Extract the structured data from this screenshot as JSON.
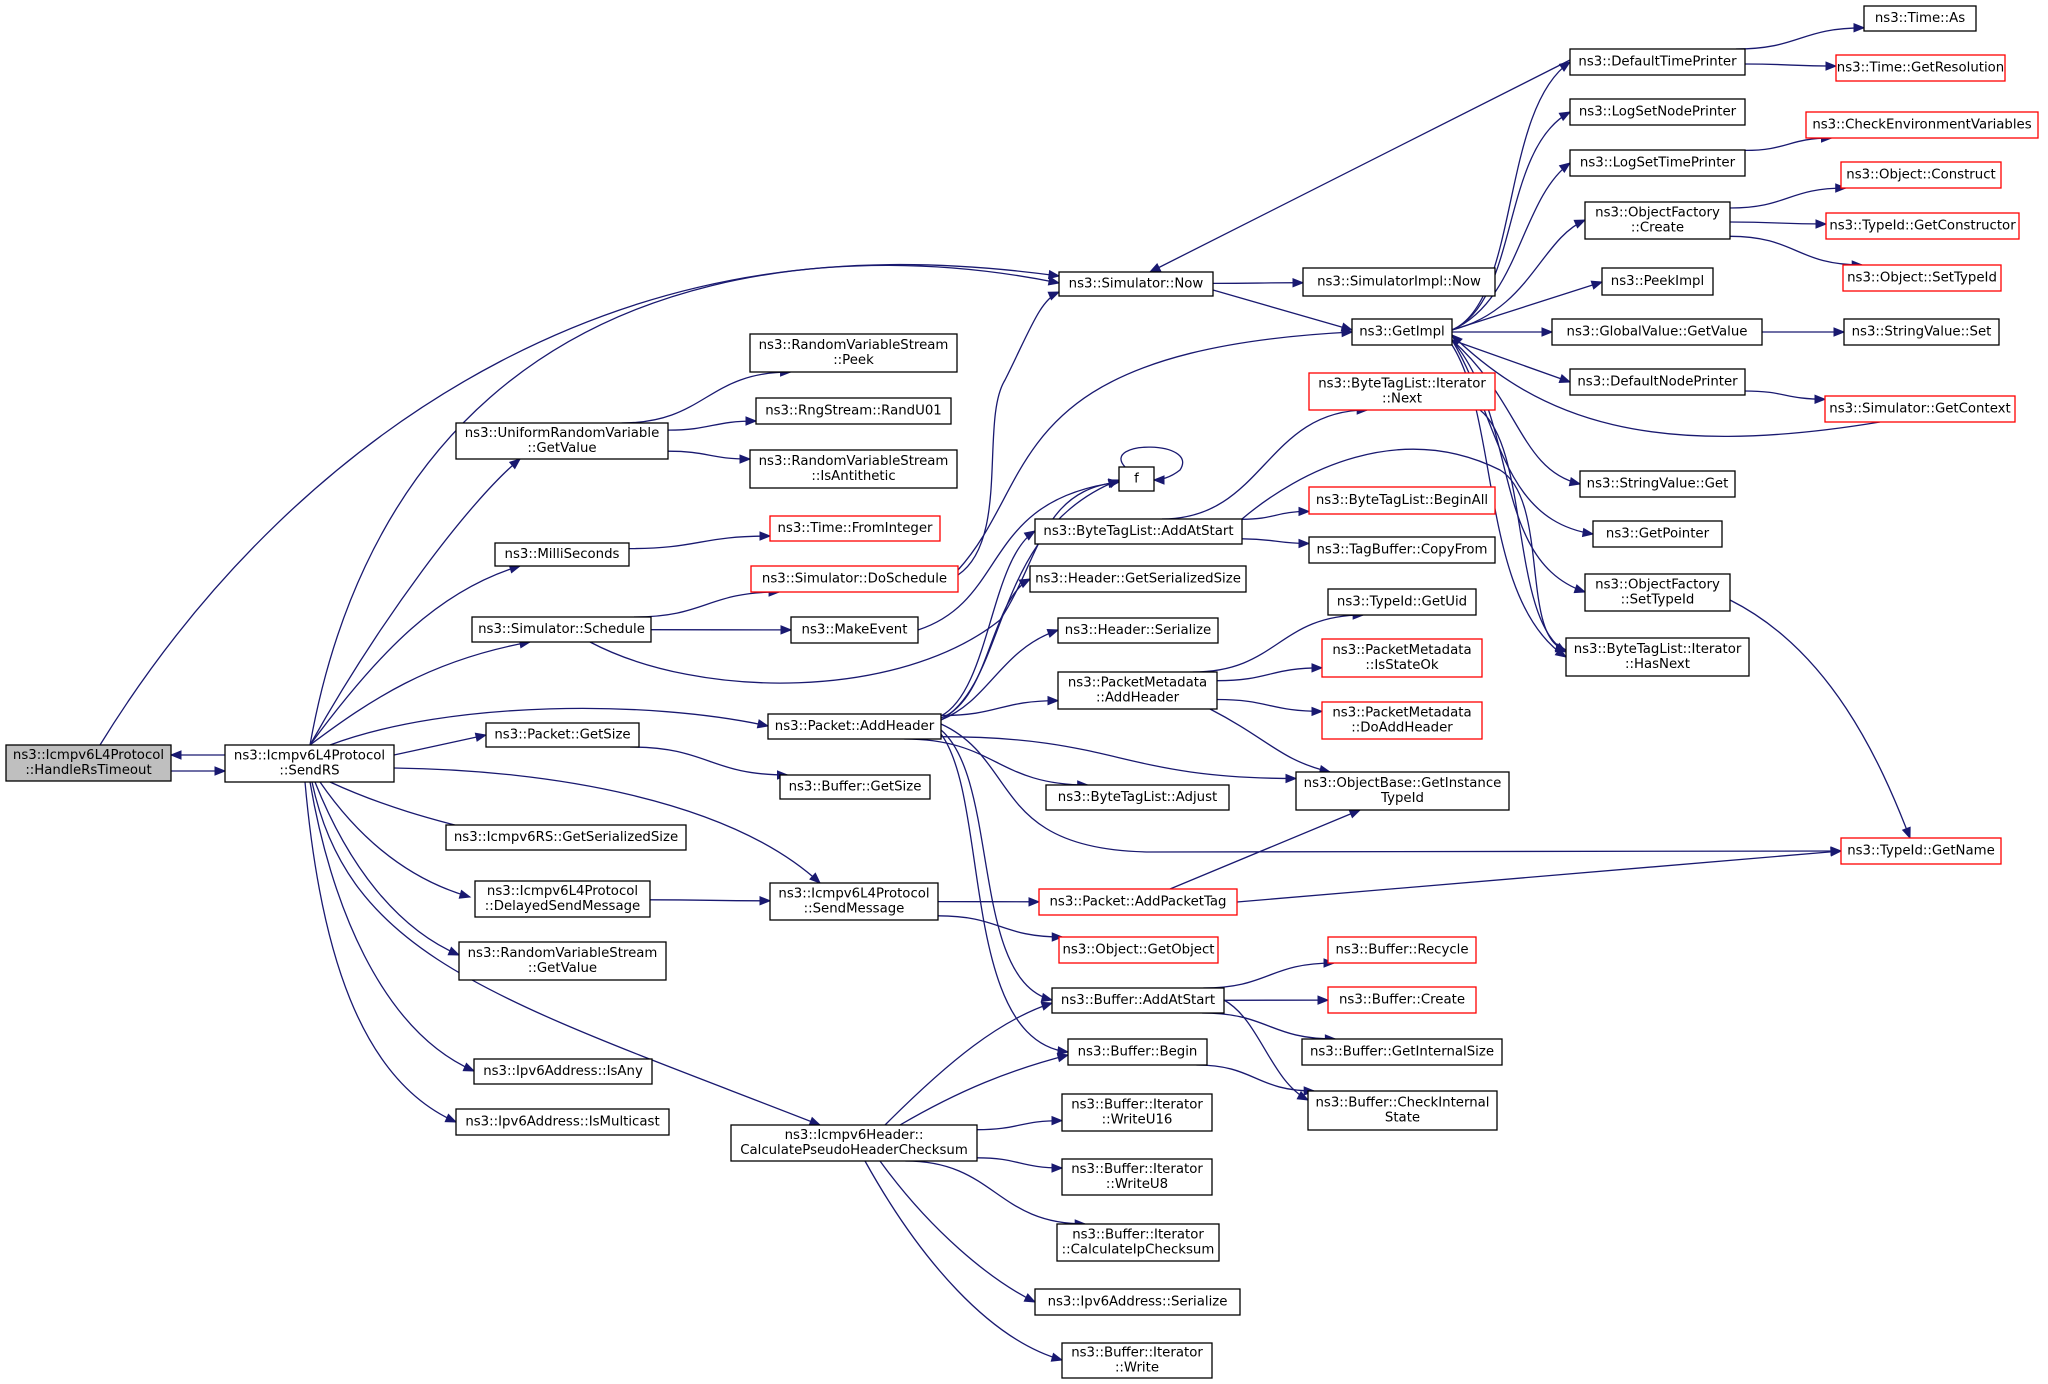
{
  "colors": {
    "edge": "#191970",
    "node_border": "#000000",
    "undocumented_border": "#ff0000",
    "root_fill": "#bfbfbf",
    "node_fill": "#ffffff"
  },
  "nodes": {
    "handle_rs_timeout": {
      "lines": [
        "ns3::Icmpv6L4Protocol",
        "::HandleRsTimeout"
      ],
      "style": "root"
    },
    "send_rs": {
      "lines": [
        "ns3::Icmpv6L4Protocol",
        "::SendRS"
      ]
    },
    "simulator_now": {
      "lines": [
        "ns3::Simulator::Now"
      ]
    },
    "uniform_get_value": {
      "lines": [
        "ns3::UniformRandomVariable",
        "::GetValue"
      ]
    },
    "rvs_peek": {
      "lines": [
        "ns3::RandomVariableStream",
        "::Peek"
      ]
    },
    "rngstream_randu01": {
      "lines": [
        "ns3::RngStream::RandU01"
      ]
    },
    "rvs_is_antithetic": {
      "lines": [
        "ns3::RandomVariableStream",
        "::IsAntithetic"
      ]
    },
    "milliseconds": {
      "lines": [
        "ns3::MilliSeconds"
      ]
    },
    "time_from_integer": {
      "lines": [
        "ns3::Time::FromInteger"
      ],
      "style": "red"
    },
    "simulator_schedule": {
      "lines": [
        "ns3::Simulator::Schedule"
      ]
    },
    "simulator_do_schedule": {
      "lines": [
        "ns3::Simulator::DoSchedule"
      ],
      "style": "red"
    },
    "make_event": {
      "lines": [
        "ns3::MakeEvent"
      ]
    },
    "f": {
      "lines": [
        "f"
      ]
    },
    "packet_get_size": {
      "lines": [
        "ns3::Packet::GetSize"
      ]
    },
    "buffer_get_size": {
      "lines": [
        "ns3::Buffer::GetSize"
      ]
    },
    "icmpv6rs_get_serialized_size": {
      "lines": [
        "ns3::Icmpv6RS::GetSerializedSize"
      ]
    },
    "delayed_send_message": {
      "lines": [
        "ns3::Icmpv6L4Protocol",
        "::DelayedSendMessage"
      ]
    },
    "send_message": {
      "lines": [
        "ns3::Icmpv6L4Protocol",
        "::SendMessage"
      ]
    },
    "rvs_get_value": {
      "lines": [
        "ns3::RandomVariableStream",
        "::GetValue"
      ]
    },
    "ipv6_is_any": {
      "lines": [
        "ns3::Ipv6Address::IsAny"
      ]
    },
    "ipv6_is_multicast": {
      "lines": [
        "ns3::Ipv6Address::IsMulticast"
      ]
    },
    "calc_pseudo_checksum": {
      "lines": [
        "ns3::Icmpv6Header::",
        "CalculatePseudoHeaderChecksum"
      ]
    },
    "packet_add_header": {
      "lines": [
        "ns3::Packet::AddHeader"
      ]
    },
    "packet_add_packet_tag": {
      "lines": [
        "ns3::Packet::AddPacketTag"
      ],
      "style": "red"
    },
    "object_get_object": {
      "lines": [
        "ns3::Object::GetObject"
      ],
      "style": "red"
    },
    "bytetaglist_add_at_start": {
      "lines": [
        "ns3::ByteTagList::AddAtStart"
      ]
    },
    "header_get_serialized_size": {
      "lines": [
        "ns3::Header::GetSerializedSize"
      ]
    },
    "header_serialize": {
      "lines": [
        "ns3::Header::Serialize"
      ]
    },
    "packet_metadata_add_header": {
      "lines": [
        "ns3::PacketMetadata",
        "::AddHeader"
      ]
    },
    "bytetaglist_adjust": {
      "lines": [
        "ns3::ByteTagList::Adjust"
      ]
    },
    "buffer_add_at_start": {
      "lines": [
        "ns3::Buffer::AddAtStart"
      ]
    },
    "buffer_begin": {
      "lines": [
        "ns3::Buffer::Begin"
      ]
    },
    "iter_write_u16": {
      "lines": [
        "ns3::Buffer::Iterator",
        "::WriteU16"
      ]
    },
    "iter_write_u8": {
      "lines": [
        "ns3::Buffer::Iterator",
        "::WriteU8"
      ]
    },
    "iter_calc_ip_checksum": {
      "lines": [
        "ns3::Buffer::Iterator",
        "::CalculateIpChecksum"
      ]
    },
    "ipv6_serialize": {
      "lines": [
        "ns3::Ipv6Address::Serialize"
      ]
    },
    "iter_write": {
      "lines": [
        "ns3::Buffer::Iterator",
        "::Write"
      ]
    },
    "simulatorimpl_now": {
      "lines": [
        "ns3::SimulatorImpl::Now"
      ]
    },
    "get_impl": {
      "lines": [
        "ns3::GetImpl"
      ]
    },
    "bytetaglist_iter_next": {
      "lines": [
        "ns3::ByteTagList::Iterator",
        "::Next"
      ],
      "style": "red"
    },
    "bytetaglist_begin_all": {
      "lines": [
        "ns3::ByteTagList::BeginAll"
      ],
      "style": "red"
    },
    "tagbuffer_copy_from": {
      "lines": [
        "ns3::TagBuffer::CopyFrom"
      ]
    },
    "typeid_get_uid": {
      "lines": [
        "ns3::TypeId::GetUid"
      ]
    },
    "packet_metadata_is_state_ok": {
      "lines": [
        "ns3::PacketMetadata",
        "::IsStateOk"
      ],
      "style": "red"
    },
    "packet_metadata_do_add_header": {
      "lines": [
        "ns3::PacketMetadata",
        "::DoAddHeader"
      ],
      "style": "red"
    },
    "objectbase_get_instance_typeid": {
      "lines": [
        "ns3::ObjectBase::GetInstance",
        "TypeId"
      ]
    },
    "buffer_recycle": {
      "lines": [
        "ns3::Buffer::Recycle"
      ],
      "style": "red"
    },
    "buffer_create": {
      "lines": [
        "ns3::Buffer::Create"
      ],
      "style": "red"
    },
    "buffer_get_internal_size": {
      "lines": [
        "ns3::Buffer::GetInternalSize"
      ]
    },
    "buffer_check_internal_state": {
      "lines": [
        "ns3::Buffer::CheckInternal",
        "State"
      ]
    },
    "default_time_printer": {
      "lines": [
        "ns3::DefaultTimePrinter"
      ]
    },
    "log_set_node_printer": {
      "lines": [
        "ns3::LogSetNodePrinter"
      ]
    },
    "log_set_time_printer": {
      "lines": [
        "ns3::LogSetTimePrinter"
      ]
    },
    "object_factory_create": {
      "lines": [
        "ns3::ObjectFactory",
        "::Create"
      ]
    },
    "peek_impl": {
      "lines": [
        "ns3::PeekImpl"
      ]
    },
    "global_value_get_value": {
      "lines": [
        "ns3::GlobalValue::GetValue"
      ]
    },
    "default_node_printer": {
      "lines": [
        "ns3::DefaultNodePrinter"
      ]
    },
    "string_value_get": {
      "lines": [
        "ns3::StringValue::Get"
      ]
    },
    "get_pointer": {
      "lines": [
        "ns3::GetPointer"
      ]
    },
    "object_factory_set_typeid": {
      "lines": [
        "ns3::ObjectFactory",
        "::SetTypeId"
      ]
    },
    "bytetaglist_iter_has_next": {
      "lines": [
        "ns3::ByteTagList::Iterator",
        "::HasNext"
      ]
    },
    "time_as": {
      "lines": [
        "ns3::Time::As"
      ]
    },
    "time_get_resolution": {
      "lines": [
        "ns3::Time::GetResolution"
      ],
      "style": "red"
    },
    "check_env_vars": {
      "lines": [
        "ns3::CheckEnvironmentVariables"
      ],
      "style": "red"
    },
    "object_construct": {
      "lines": [
        "ns3::Object::Construct"
      ],
      "style": "red"
    },
    "typeid_get_constructor": {
      "lines": [
        "ns3::TypeId::GetConstructor"
      ],
      "style": "red"
    },
    "object_set_typeid": {
      "lines": [
        "ns3::Object::SetTypeId"
      ],
      "style": "red"
    },
    "string_value_set": {
      "lines": [
        "ns3::StringValue::Set"
      ]
    },
    "simulator_get_context": {
      "lines": [
        "ns3::Simulator::GetContext"
      ],
      "style": "red"
    },
    "typeid_get_name": {
      "lines": [
        "ns3::TypeId::GetName"
      ],
      "style": "red"
    }
  },
  "edges": [
    [
      "handle_rs_timeout",
      "send_rs"
    ],
    [
      "send_rs",
      "handle_rs_timeout"
    ],
    [
      "handle_rs_timeout",
      "simulator_now"
    ],
    [
      "send_rs",
      "simulator_now"
    ],
    [
      "send_rs",
      "uniform_get_value"
    ],
    [
      "send_rs",
      "milliseconds"
    ],
    [
      "send_rs",
      "simulator_schedule"
    ],
    [
      "send_rs",
      "packet_get_size"
    ],
    [
      "send_rs",
      "packet_add_header"
    ],
    [
      "send_rs",
      "icmpv6rs_get_serialized_size"
    ],
    [
      "send_rs",
      "delayed_send_message"
    ],
    [
      "send_rs",
      "send_message"
    ],
    [
      "send_rs",
      "rvs_get_value"
    ],
    [
      "send_rs",
      "ipv6_is_any"
    ],
    [
      "send_rs",
      "ipv6_is_multicast"
    ],
    [
      "send_rs",
      "calc_pseudo_checksum"
    ],
    [
      "uniform_get_value",
      "rvs_peek"
    ],
    [
      "uniform_get_value",
      "rngstream_randu01"
    ],
    [
      "uniform_get_value",
      "rvs_is_antithetic"
    ],
    [
      "milliseconds",
      "time_from_integer"
    ],
    [
      "simulator_schedule",
      "simulator_do_schedule"
    ],
    [
      "simulator_schedule",
      "make_event"
    ],
    [
      "simulator_schedule",
      "f"
    ],
    [
      "simulator_do_schedule",
      "simulator_now"
    ],
    [
      "simulator_do_schedule",
      "get_impl"
    ],
    [
      "make_event",
      "f"
    ],
    [
      "f",
      "f"
    ],
    [
      "packet_get_size",
      "buffer_get_size"
    ],
    [
      "delayed_send_message",
      "send_message"
    ],
    [
      "send_message",
      "packet_add_packet_tag"
    ],
    [
      "send_message",
      "object_get_object"
    ],
    [
      "calc_pseudo_checksum",
      "buffer_add_at_start"
    ],
    [
      "calc_pseudo_checksum",
      "buffer_begin"
    ],
    [
      "calc_pseudo_checksum",
      "iter_write_u16"
    ],
    [
      "calc_pseudo_checksum",
      "iter_write_u8"
    ],
    [
      "calc_pseudo_checksum",
      "iter_calc_ip_checksum"
    ],
    [
      "calc_pseudo_checksum",
      "ipv6_serialize"
    ],
    [
      "calc_pseudo_checksum",
      "iter_write"
    ],
    [
      "packet_add_header",
      "bytetaglist_add_at_start"
    ],
    [
      "packet_add_header",
      "header_get_serialized_size"
    ],
    [
      "packet_add_header",
      "header_serialize"
    ],
    [
      "packet_add_header",
      "packet_metadata_add_header"
    ],
    [
      "packet_add_header",
      "bytetaglist_adjust"
    ],
    [
      "packet_add_header",
      "objectbase_get_instance_typeid"
    ],
    [
      "packet_add_header",
      "typeid_get_name"
    ],
    [
      "packet_add_header",
      "buffer_add_at_start"
    ],
    [
      "packet_add_header",
      "buffer_begin"
    ],
    [
      "packet_add_header",
      "f"
    ],
    [
      "packet_add_packet_tag",
      "objectbase_get_instance_typeid"
    ],
    [
      "packet_add_packet_tag",
      "typeid_get_name"
    ],
    [
      "bytetaglist_add_at_start",
      "bytetaglist_iter_next"
    ],
    [
      "bytetaglist_add_at_start",
      "bytetaglist_begin_all"
    ],
    [
      "bytetaglist_add_at_start",
      "tagbuffer_copy_from"
    ],
    [
      "bytetaglist_add_at_start",
      "bytetaglist_iter_has_next"
    ],
    [
      "packet_metadata_add_header",
      "typeid_get_uid"
    ],
    [
      "packet_metadata_add_header",
      "packet_metadata_is_state_ok"
    ],
    [
      "packet_metadata_add_header",
      "packet_metadata_do_add_header"
    ],
    [
      "packet_metadata_add_header",
      "objectbase_get_instance_typeid"
    ],
    [
      "buffer_add_at_start",
      "buffer_recycle"
    ],
    [
      "buffer_add_at_start",
      "buffer_create"
    ],
    [
      "buffer_add_at_start",
      "buffer_get_internal_size"
    ],
    [
      "buffer_add_at_start",
      "buffer_check_internal_state"
    ],
    [
      "buffer_begin",
      "buffer_check_internal_state"
    ],
    [
      "simulator_now",
      "simulatorimpl_now"
    ],
    [
      "simulator_now",
      "get_impl"
    ],
    [
      "get_impl",
      "default_time_printer"
    ],
    [
      "get_impl",
      "log_set_node_printer"
    ],
    [
      "get_impl",
      "log_set_time_printer"
    ],
    [
      "get_impl",
      "object_factory_create"
    ],
    [
      "get_impl",
      "peek_impl"
    ],
    [
      "get_impl",
      "global_value_get_value"
    ],
    [
      "get_impl",
      "default_node_printer"
    ],
    [
      "get_impl",
      "string_value_get"
    ],
    [
      "get_impl",
      "get_pointer"
    ],
    [
      "get_impl",
      "object_factory_set_typeid"
    ],
    [
      "get_impl",
      "bytetaglist_iter_has_next"
    ],
    [
      "default_time_printer",
      "time_as"
    ],
    [
      "default_time_printer",
      "time_get_resolution"
    ],
    [
      "default_time_printer",
      "simulator_now"
    ],
    [
      "log_set_time_printer",
      "check_env_vars"
    ],
    [
      "object_factory_create",
      "object_construct"
    ],
    [
      "object_factory_create",
      "typeid_get_constructor"
    ],
    [
      "object_factory_create",
      "object_set_typeid"
    ],
    [
      "global_value_get_value",
      "string_value_set"
    ],
    [
      "default_node_printer",
      "simulator_get_context"
    ],
    [
      "simulator_get_context",
      "get_impl"
    ],
    [
      "object_factory_set_typeid",
      "typeid_get_name"
    ],
    [
      "bytetaglist_iter_next",
      "bytetaglist_iter_has_next"
    ]
  ]
}
